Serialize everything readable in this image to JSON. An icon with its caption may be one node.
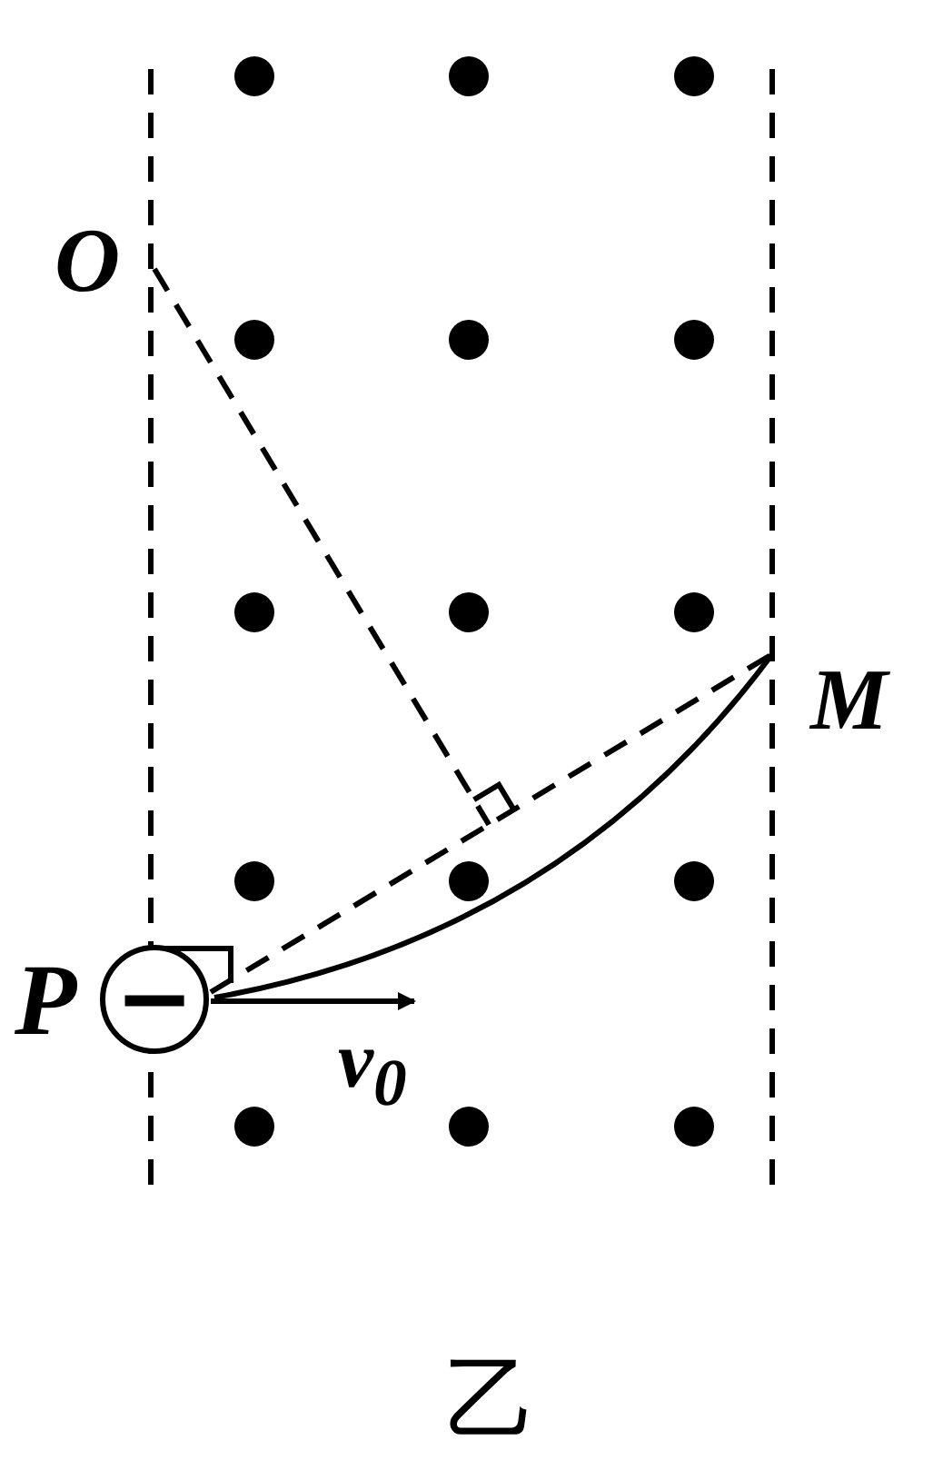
{
  "diagram": {
    "nodes": [
      {
        "text": [
          "O"
        ]
      },
      {
        "text": [
          "M"
        ]
      },
      {
        "text": [
          "−"
        ],
        "beside": [
          "P"
        ]
      }
    ],
    "edges": [
      {
        "from": 0,
        "to": null,
        "arrow": "none",
        "style": "dashed"
      },
      {
        "from": 2,
        "to": 1,
        "arrow": "none",
        "style": "dashed"
      },
      {
        "from": 2,
        "to": 1,
        "arrow": "none"
      }
    ],
    "labels": [
      "v$_{0}$",
      "乙"
    ]
  }
}
